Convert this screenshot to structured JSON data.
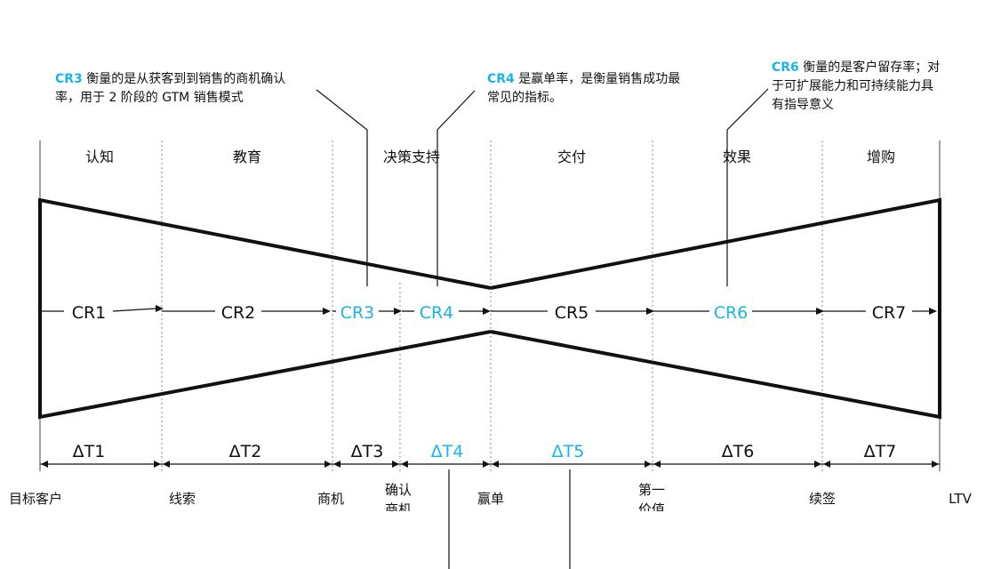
{
  "colors": {
    "accent": "#1ab4e8",
    "ink": "#111111",
    "divider": "#888888"
  },
  "annotations": [
    {
      "id": "cr3",
      "key": "CR3",
      "line1": " 衡量的是从获客到到销售的商机确认",
      "line2": "率，用于 2 阶段的 GTM 销售模式"
    },
    {
      "id": "cr4",
      "key": "CR4",
      "line1": " 是赢单率，是衡量销售成功最",
      "line2": "常见的指标。"
    },
    {
      "id": "cr6",
      "key": "CR6",
      "line1": " 衡量的是客户留存率；对",
      "line2": "于可扩展能力和可持续能力具",
      "line3": "有指导意义"
    }
  ],
  "stages": [
    "认知",
    "教育",
    "决策支持",
    "交付",
    "效果",
    "增购"
  ],
  "conversion_rates": [
    {
      "label": "CR1",
      "highlight": false
    },
    {
      "label": "CR2",
      "highlight": false
    },
    {
      "label": "CR3",
      "highlight": true
    },
    {
      "label": "CR4",
      "highlight": true
    },
    {
      "label": "CR5",
      "highlight": false
    },
    {
      "label": "CR6",
      "highlight": true
    },
    {
      "label": "CR7",
      "highlight": false
    }
  ],
  "time_intervals": [
    {
      "label": "ΔT1",
      "highlight": false
    },
    {
      "label": "ΔT2",
      "highlight": false
    },
    {
      "label": "ΔT3",
      "highlight": false
    },
    {
      "label": "ΔT4",
      "highlight": true
    },
    {
      "label": "ΔT5",
      "highlight": true
    },
    {
      "label": "ΔT6",
      "highlight": false
    },
    {
      "label": "ΔT7",
      "highlight": false
    }
  ],
  "milestones": [
    {
      "line1": "目标客户"
    },
    {
      "line1": "线索"
    },
    {
      "line1": "商机"
    },
    {
      "line1": "确认",
      "line2": "商机"
    },
    {
      "line1": "赢单"
    },
    {
      "line1": "第一",
      "line2": "价值"
    },
    {
      "line1": "续签"
    },
    {
      "line1": "LTV"
    }
  ]
}
